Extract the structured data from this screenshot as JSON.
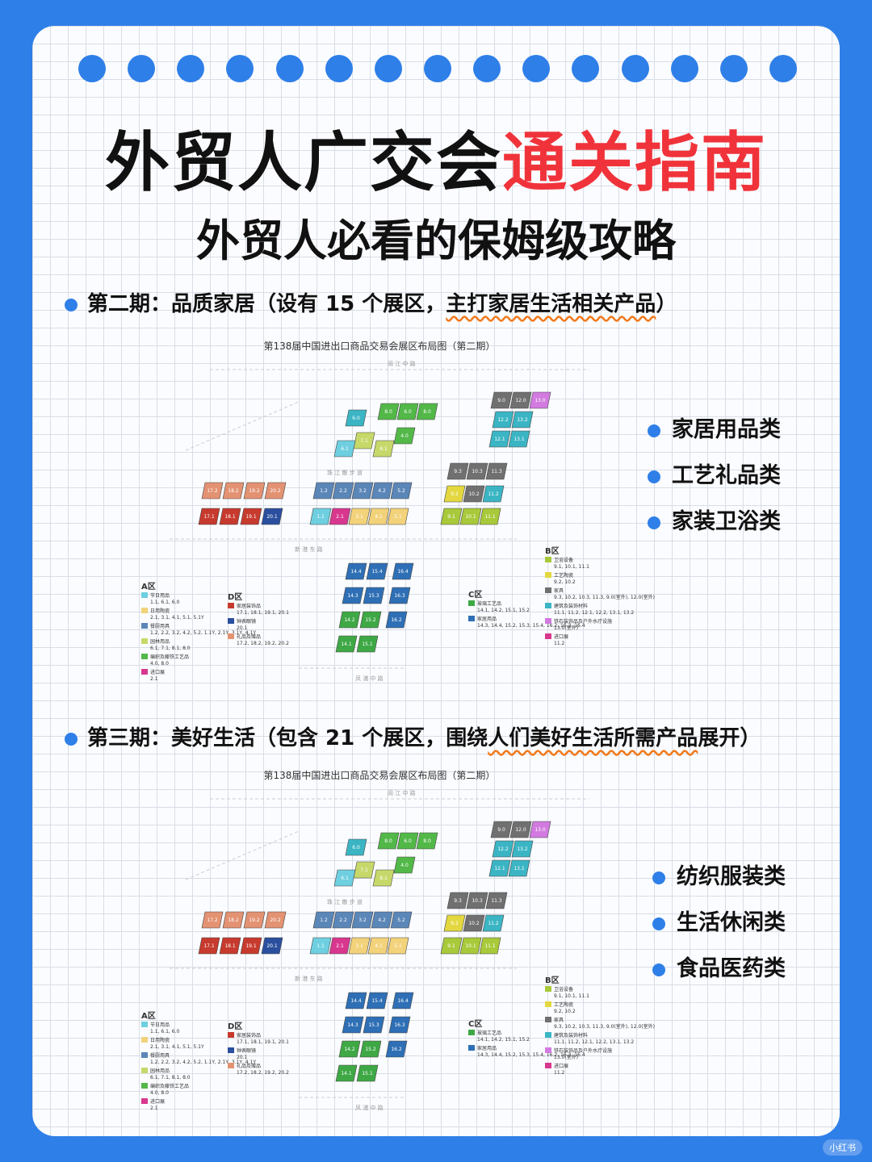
{
  "header": {
    "title_black": "外贸人广交会",
    "title_red": "通关指南",
    "subtitle": "外贸人必看的保姆级攻略"
  },
  "phase2": {
    "label": "第二期：品质家居（设有 15 个展区，",
    "label_underlined": "主打家居生活相关产品",
    "label_end": "）",
    "map_title": "第138届中国进出口商品交易会展区布局图（第二期）",
    "categories": [
      "家居用品类",
      "工艺礼品类",
      "家装卫浴类"
    ]
  },
  "phase3": {
    "label": "第三期：美好生活（包含 21 个展区，围绕",
    "label_underlined": "人们美好生活所需产品",
    "label_end": "展开）",
    "map_title": "第138届中国进出口商品交易会展区布局图（第二期）",
    "categories": [
      "纺织服装类",
      "生活休闲类",
      "食品医药类"
    ]
  },
  "legend": {
    "a_title": "A区",
    "a_items": [
      {
        "color": "#6ecfe0",
        "name": "节日用品",
        "halls": "1.1, 6.1, 6.0"
      },
      {
        "color": "#f2d27a",
        "name": "日用陶瓷",
        "halls": "2.1, 3.1, 4.1, 5.1, 5.1Y"
      },
      {
        "color": "#5b86b8",
        "name": "餐厨用具",
        "halls": "1.2, 2.2, 3.2, 4.2, 5.2, 1.1Y, 2.1Y, 3.1Y, 4.1Y"
      },
      {
        "color": "#c7d86a",
        "name": "园林用品",
        "halls": "6.1, 7.1, 8.1, 8.0"
      },
      {
        "color": "#52b848",
        "name": "编织及藤铁工艺品",
        "halls": "4.0, 8.0"
      },
      {
        "color": "#d8378e",
        "name": "进口展",
        "halls": "2.1"
      }
    ],
    "d_title": "D区",
    "d_items": [
      {
        "color": "#c73a2e",
        "name": "家居装饰品",
        "halls": "17.1, 18.1, 19.1, 20.1"
      },
      {
        "color": "#2a4f9e",
        "name": "钟表眼镜",
        "halls": "20.1"
      },
      {
        "color": "#e39272",
        "name": "礼品及赠品",
        "halls": "17.2, 18.2, 19.2, 20.2"
      }
    ],
    "c_title": "C区",
    "c_items": [
      {
        "color": "#3ea845",
        "name": "玻璃工艺品",
        "halls": "14.1, 14.2, 15.1, 15.2"
      },
      {
        "color": "#2e6fb5",
        "name": "家居用品",
        "halls": "14.3, 14.4, 15.2, 15.3, 15.4, 16.2, 16.3, 16.4"
      }
    ],
    "b_title": "B区",
    "b_items": [
      {
        "color": "#a8c93a",
        "name": "卫浴设备",
        "halls": "9.1, 10.1, 11.1"
      },
      {
        "color": "#e3d840",
        "name": "工艺陶瓷",
        "halls": "9.2, 10.2"
      },
      {
        "color": "#707070",
        "name": "家具",
        "halls": "9.3, 10.2, 10.3, 11.3, 9.0(室外), 12.0(室外)"
      },
      {
        "color": "#3bb5c4",
        "name": "建筑及装饰材料",
        "halls": "11.1, 11.2, 12.1, 12.2, 13.1, 13.2"
      },
      {
        "color": "#d27ae0",
        "name": "铁石装饰品及户外水疗设施",
        "halls": "13.0(室外)"
      },
      {
        "color": "#d8378e",
        "name": "进口展",
        "halls": "11.2"
      }
    ]
  },
  "map_halls": {
    "top": [
      "6.0",
      "8.0",
      "6.0",
      "8.0",
      "7.1",
      "4.0",
      "6.1",
      "8.1",
      "9.0",
      "12.0",
      "13.0",
      "12.2",
      "13.2",
      "12.1",
      "13.1"
    ],
    "d_top": [
      "17.2",
      "18.2",
      "19.2",
      "20.2"
    ],
    "d_bottom": [
      "17.1",
      "18.1",
      "19.1",
      "20.1"
    ],
    "a_top": [
      "1.2",
      "2.2",
      "3.2",
      "4.2",
      "5.2"
    ],
    "a_bottom": [
      "1.1",
      "2.1",
      "3.1",
      "4.1",
      "5.1"
    ],
    "b_top": [
      "9.3",
      "10.3",
      "11.3"
    ],
    "b_mid": [
      "9.2",
      "10.2",
      "11.2"
    ],
    "b_bottom": [
      "9.1",
      "10.1",
      "11.1"
    ],
    "c": [
      "14.4",
      "15.4",
      "16.4",
      "14.3",
      "15.3",
      "16.3",
      "14.2",
      "15.2",
      "16.2",
      "14.1",
      "15.1"
    ]
  },
  "roads": {
    "top": "阅 江 中 路",
    "middle": "珠 江 散 步 道",
    "lower": "新 港 东 路",
    "bottom": "凤 浦 中 路"
  },
  "watermark": "小红书"
}
